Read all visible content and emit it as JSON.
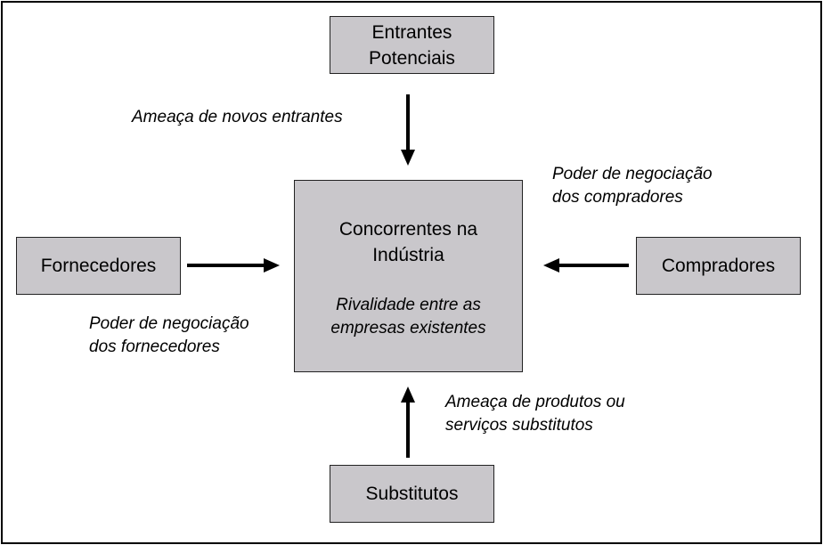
{
  "forces": {
    "entrants": {
      "line1": "Entrantes",
      "line2": "Potenciais"
    },
    "suppliers": {
      "label": "Fornecedores"
    },
    "buyers": {
      "label": "Compradores"
    },
    "substitutes": {
      "label": "Substitutos"
    },
    "center": {
      "title_line1": "Concorrentes na",
      "title_line2": "Indústria",
      "subtitle_line1": "Rivalidade entre as",
      "subtitle_line2": "empresas existentes"
    }
  },
  "arrow_labels": {
    "new_entrants": "Ameaça de novos entrantes",
    "buyers_power": {
      "line1": "Poder de negociação",
      "line2": "dos compradores"
    },
    "suppliers_power": {
      "line1": "Poder de negociação",
      "line2": "dos fornecedores"
    },
    "substitutes_threat": {
      "line1": "Ameaça de produtos ou",
      "line2": "serviços substitutos"
    }
  },
  "colors": {
    "box_fill": "#c9c7cb",
    "border": "#000000",
    "arrow": "#000000"
  }
}
